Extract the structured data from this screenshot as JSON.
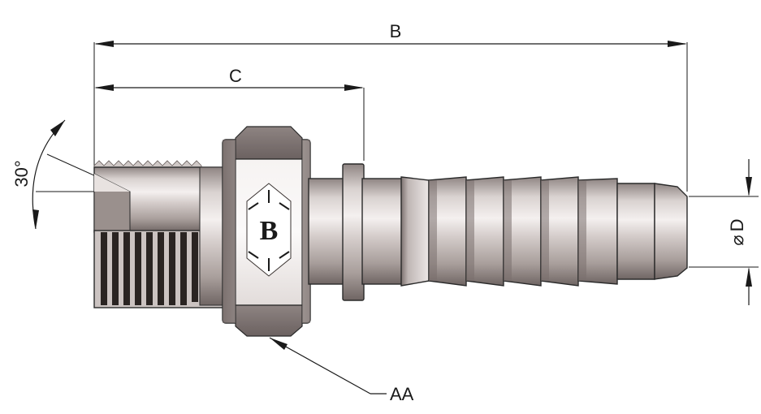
{
  "dimensions": {
    "overall_length_label": "B",
    "thread_to_shoulder_label": "C",
    "diameter_label": "D",
    "diameter_symbol": "⌀",
    "angle_label": "30°",
    "hex_label": "AA"
  },
  "logo": {
    "letter": "B"
  },
  "colors": {
    "metal_light": "#e8e3e1",
    "metal_mid": "#b9b0ad",
    "metal_dark": "#6e6462",
    "line": "#1a1a1a"
  }
}
